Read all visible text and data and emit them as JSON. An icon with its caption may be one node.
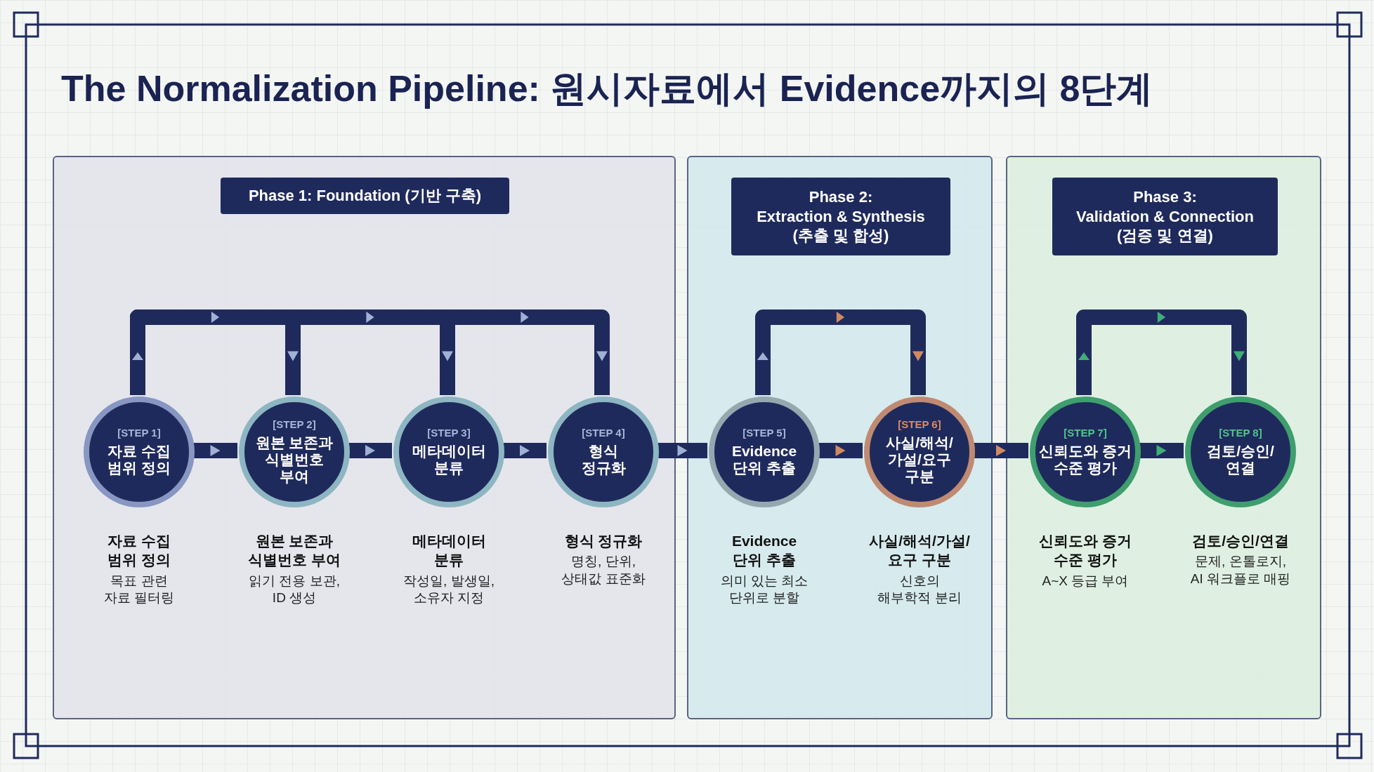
{
  "diagram": {
    "title": "The Normalization Pipeline: 원시자료에서 Evidence까지의 8단계",
    "nodes": [
      {
        "text": [],
        "shape": "box"
      },
      {
        "text": [
          "Phase 1: Foundation (기반 구축)"
        ],
        "in": 0
      },
      {
        "text": [
          "[STEP 1]",
          "자료 수집 범위 정의"
        ],
        "in": 0,
        "beside": [
          "자료 수집 범위 정의",
          "목표 관련 자료 필터링"
        ]
      },
      {
        "text": [
          "[STEP 2]",
          "원본 보존과 식별번호 부여"
        ],
        "in": 0,
        "beside": [
          "원본 보존과 식별번호 부여",
          "읽기 전용 보관, ID 생성"
        ]
      },
      {
        "text": [
          "[STEP 3]",
          "메타데이터 분류"
        ],
        "in": 0,
        "beside": [
          "메타데이터 분류",
          "작성일, 발생일, 소유자 지정"
        ]
      },
      {
        "text": [
          "[STEP 4]",
          "형식 정규화"
        ],
        "in": 0,
        "beside": [
          "형식 정규화",
          "명칭, 단위, 상태값 표준화"
        ]
      },
      {
        "text": [],
        "shape": "box"
      },
      {
        "text": [
          "Phase 2:",
          "Extraction & Synthesis",
          "(추출 및 합성)"
        ],
        "in": 6
      },
      {
        "text": [
          "[STEP 5]",
          "Evidence 단위 추출"
        ],
        "in": 6,
        "beside": [
          "Evidence 단위 추출",
          "의미 있는 최소 단위로 분할"
        ]
      },
      {
        "text": [
          "[STEP 6]",
          "사실/해석/가설/요구 구분"
        ],
        "in": 6,
        "beside": [
          "사실/해석/가설/요구 구분",
          "신호의 해부학적 분리"
        ]
      },
      {
        "text": [],
        "shape": "box"
      },
      {
        "text": [
          "Phase 3:",
          "Validation & Connection",
          "(검증 및 연결)"
        ],
        "in": 10
      },
      {
        "text": [
          "[STEP 7]",
          "신뢰도와 증거 수준 평가"
        ],
        "in": 10,
        "beside": [
          "신뢰도와 증거 수준 평가",
          "A~X 등급 부여"
        ]
      },
      {
        "text": [
          "[STEP 8]",
          "검토/승인/연결"
        ],
        "in": 10,
        "beside": [
          "검토/승인/연결",
          "문제, 온톨로지, AI 워크플로 매핑"
        ]
      }
    ],
    "edges": [
      {
        "from": 2,
        "to": 3,
        "arrow": "to"
      },
      {
        "from": 3,
        "to": 4,
        "arrow": "to"
      },
      {
        "from": 4,
        "to": 5,
        "arrow": "to"
      },
      {
        "from": 5,
        "to": 8,
        "arrow": "to"
      },
      {
        "from": 8,
        "to": 9,
        "arrow": "to"
      },
      {
        "from": 9,
        "to": 12,
        "arrow": "to"
      },
      {
        "from": 12,
        "to": 13,
        "arrow": "to"
      },
      {
        "from": 2,
        "to": 3,
        "arrow": "to"
      },
      {
        "from": 2,
        "to": 4,
        "arrow": "to"
      },
      {
        "from": 2,
        "to": 5,
        "arrow": "to"
      },
      {
        "from": 8,
        "to": 9,
        "arrow": "to"
      },
      {
        "from": 12,
        "to": 13,
        "arrow": "to"
      }
    ]
  }
}
